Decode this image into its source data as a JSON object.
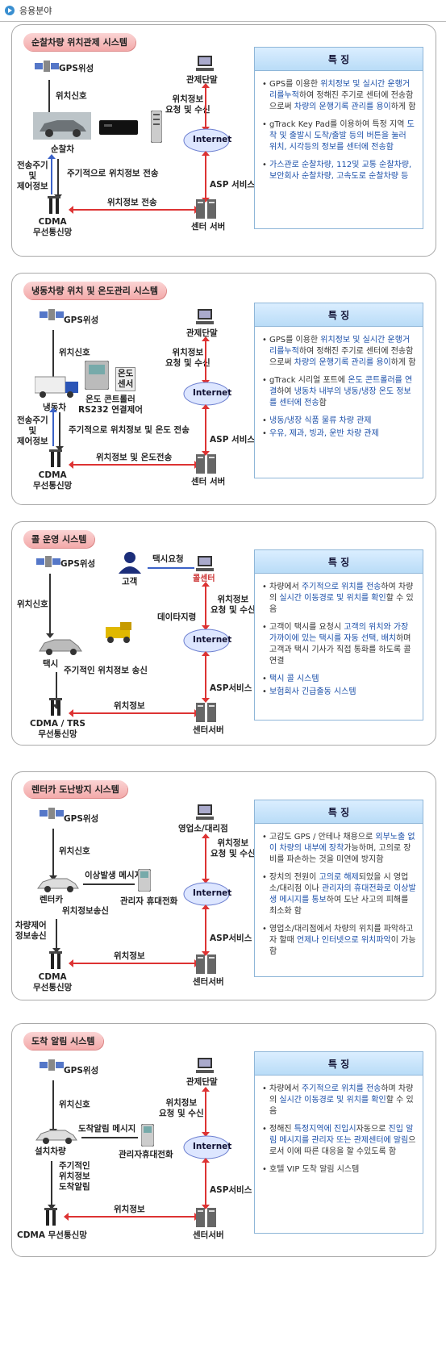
{
  "header": {
    "title": "응용분야"
  },
  "panels": [
    {
      "title": "순찰차량 위치관제 시스템",
      "gps": "GPS위성",
      "signal": "위치신호",
      "vehicle": "순찰차",
      "left_info": "전송주기\n및\n제어정보",
      "periodic": "주기적으로 위치정보 전송",
      "comm": "CDMA\n무선통신망",
      "link": "위치정보 전송",
      "terminal": "관제단말",
      "req": "위치정보\n요청 및 수신",
      "internet": "Internet",
      "asp": "ASP 서비스",
      "server": "센터 서버",
      "feature_title": "특 징",
      "features": [
        [
          "GPS를 이용한 ",
          "위치정보 및 실시간 운행거리를누적",
          "하여 정해진 주기로 센터에 전송함으로써 ",
          "차량의 운행기록 관리를 용이",
          "하게 함"
        ],
        [
          "gTrack Key Pad를 이용하여 특정 지역 ",
          "도착 및 출발시 도착/출발 등의 버튼을 눌러 위치, 시각등의 정보를 센터에 전송함",
          "",
          "",
          ""
        ],
        [
          "",
          "가스관로 순찰차량, 112및 교통 순찰차량, 보안회사 순찰차량, 고속도로 순찰차량 등",
          "",
          "",
          ""
        ]
      ]
    },
    {
      "title": "냉동차량 위치 및 온도관리 시스템",
      "gps": "GPS위성",
      "signal": "위치신호",
      "vehicle": "냉동차",
      "sensor": "온도\n센서",
      "controller": "온도 콘트롤러\nRS232 연결제어",
      "left_info": "전송주기\n및\n제어정보",
      "periodic": "주기적으로 위치정보 및 온도 전송",
      "comm": "CDMA\n무선통신망",
      "link": "위치정보 및 온도전송",
      "terminal": "관제단말",
      "req": "위치정보\n요청 및 수신",
      "internet": "Internet",
      "asp": "ASP 서비스",
      "server": "센터 서버",
      "feature_title": "특 징",
      "features": [
        [
          "GPS를 이용한 ",
          "위치정보 및 실시간 운행거리를누적",
          "하여 정해진 주기로 센터에 전송함으로써 ",
          "차량의 운행기록 관리를 용이",
          "하게 함"
        ],
        [
          "gTrack 시리얼 포트에 ",
          "온도 콘트롤러를 연결",
          "하여 ",
          "냉동차 내부의 냉동/냉장 온도 정보를 센터에 전송",
          "함"
        ],
        [
          "",
          "냉동/냉장 식품 물류 차량 관제",
          "",
          "",
          ""
        ],
        [
          "",
          "우유, 제과, 빙과, 운반 차량 관제",
          "",
          "",
          ""
        ]
      ]
    },
    {
      "title": "콜 운영 시스템",
      "gps": "GPS위성",
      "customer": "고객",
      "taxi_req": "택시요청",
      "center": "콜센터",
      "signal": "위치신호",
      "data_cmd": "데이타지령",
      "vehicle": "택시",
      "periodic": "주기적인 위치정보 송신",
      "comm": "CDMA / TRS\n무선통신망",
      "link": "위치정보",
      "req": "위치정보\n요청 및 수신",
      "internet": "Internet",
      "asp": "ASP서비스",
      "server": "센터서버",
      "feature_title": "특 징",
      "features": [
        [
          "차량에서 ",
          "주기적으로 위치를 전송",
          "하여 차량의 ",
          "실시간 이동경로 및 위치를 확인",
          "할 수 있음"
        ],
        [
          "고객이 택시를 요청시 ",
          "고객의 위치와 가장 가까이에 있는 택시를 자동 선택, 배치",
          "하며 고객과 택시 기사가 직접 통화를 하도록 콜 연결",
          "",
          ""
        ],
        [
          "",
          "택시 콜 시스템",
          "",
          "",
          ""
        ],
        [
          "",
          "보험회사 긴급출동 시스템",
          "",
          "",
          ""
        ]
      ]
    },
    {
      "title": "렌터카 도난방지 시스템",
      "gps": "GPS위성",
      "signal": "위치신호",
      "alert_msg": "이상발생 메시지",
      "vehicle": "렌터카",
      "manager_phone": "관리자 휴대전화",
      "sending": "위치정보송신",
      "left_info": "차량제어\n정보송신",
      "comm": "CDMA\n무선통신망",
      "link": "위치정보",
      "terminal": "영업소/대리점",
      "req": "위치정보\n요청 및 수신",
      "internet": "Internet",
      "asp": "ASP서비스",
      "server": "센터서버",
      "feature_title": "특 징",
      "features": [
        [
          "고감도 GPS / 안테나 채용으로 ",
          "외부노출 없이 차량의 내부에 장착",
          "가능하며, 고의로 장비를 파손하는 것을 미연에 방지함",
          "",
          ""
        ],
        [
          "장치의 전원이 ",
          "고의로 해제",
          "되었을 시 영업소/대리점 이나 ",
          "관리자의 휴대전화로 이상발생 메시지를 통보",
          "하여 도난 사고의 피해를 최소화 함"
        ],
        [
          "영업소/대리점에서 차량의 위치를 파악하고자 할때 ",
          "언제나 인터넷으로 위치파악",
          "이 가능함",
          "",
          ""
        ]
      ]
    },
    {
      "title": "도착 알림 시스템",
      "gps": "GPS위성",
      "signal": "위치신호",
      "arrival_msg": "도착알림 메시지",
      "vehicle": "설치차량",
      "manager_phone": "관리자휴대전화",
      "left_info": "주기적인\n위치정보\n도착알림",
      "comm": "CDMA 무선통신망",
      "link": "위치정보",
      "terminal": "관제단말",
      "req": "위치정보\n요청 및 수신",
      "internet": "Internet",
      "asp": "ASP서비스",
      "server": "센터서버",
      "feature_title": "특 징",
      "features": [
        [
          "차량에서 ",
          "주기적으로 위치를 전송",
          "하며 차량의 ",
          "실시간 이동경로 및 위치를 확인",
          "할 수 있음"
        ],
        [
          "정해진 ",
          "특정지역에 진입시",
          "자동으로 ",
          "진입 알림 메시지를 관리자 또는 관제센터에 알림",
          "으로서 이에 따른 대응을 할 수있도록 함"
        ],
        [
          "호텔 VIP 도착 알림 시스템",
          "",
          "",
          "",
          ""
        ]
      ]
    }
  ]
}
